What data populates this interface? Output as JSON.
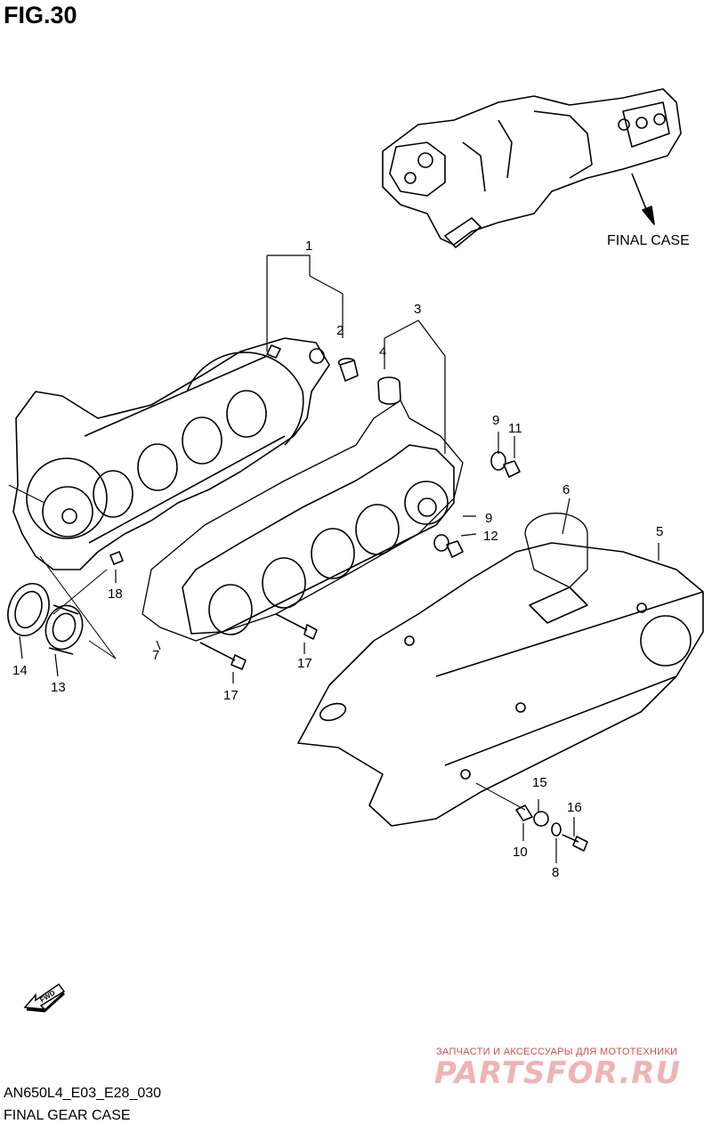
{
  "figure": {
    "title": "FIG.30",
    "code": "AN650L4_E03_E28_030",
    "name": "FINAL GEAR CASE"
  },
  "reference_label": "FINAL CASE",
  "fwd_label": "FWD",
  "callouts": [
    "1",
    "2",
    "3",
    "4",
    "5",
    "6",
    "7",
    "8",
    "9",
    "9",
    "10",
    "11",
    "12",
    "13",
    "14",
    "15",
    "16",
    "17",
    "17",
    "18"
  ],
  "watermark": {
    "text": "ЗАПЧАСТИ И АКСЕССУАРЫ ДЛЯ МОТОТЕХНИКИ",
    "logo": "PARTSFOR.RU"
  }
}
